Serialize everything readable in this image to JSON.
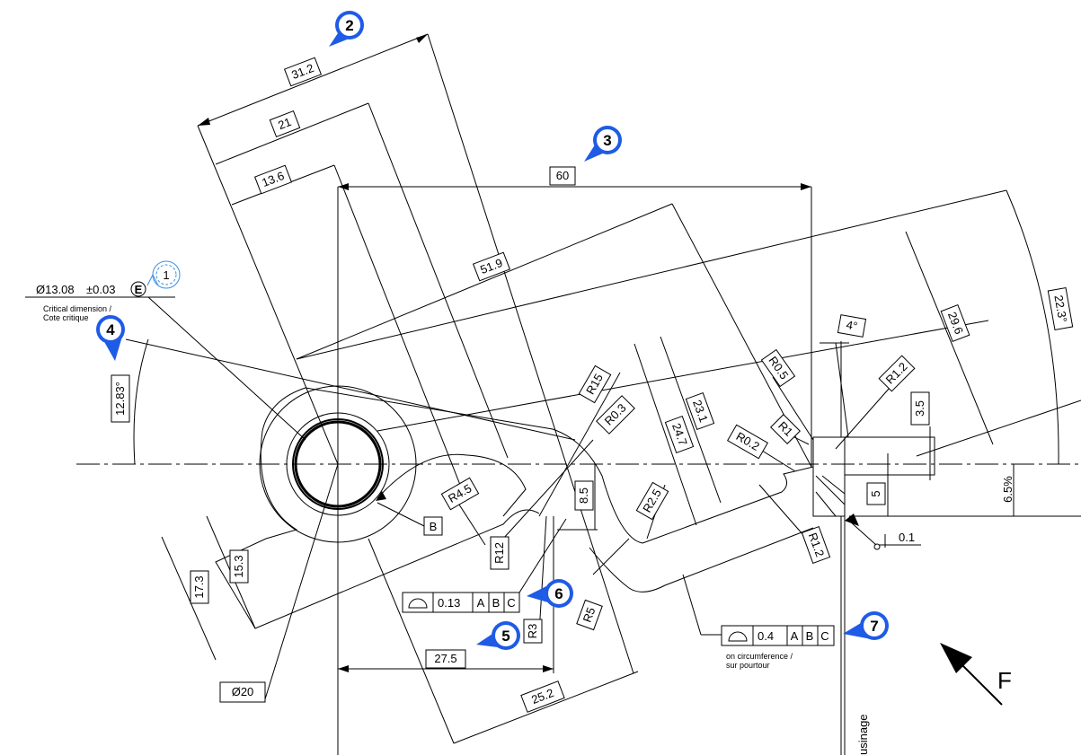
{
  "callouts": [
    "2",
    "3",
    "4",
    "5",
    "6",
    "7"
  ],
  "dimensions": {
    "d31_2": "31.2",
    "d21": "21",
    "d13_6": "13.6",
    "d60": "60",
    "d51_9": "51.9",
    "d29_6": "29.6",
    "d22_3": "22.3°",
    "d4deg": "4°",
    "r0_5": "R0.5",
    "r1_2a": "R1.2",
    "d3_5": "3.5",
    "r15": "R15",
    "r0_3": "R0.3",
    "d23_1": "23.1",
    "d24_7": "24.7",
    "r0_2": "R0.2",
    "r1": "R1",
    "d12_83": "12.83°",
    "r4_5": "R4.5",
    "d8_5": "8.5",
    "r2_5": "R2.5",
    "d5": "5",
    "d6_5": "6.5%",
    "r12": "R12",
    "r1_2b": "R1.2",
    "d0_1": "0.1",
    "d17_3": "17.3",
    "d15_3": "15.3",
    "r3": "R3",
    "r5": "R5",
    "d27_5": "27.5",
    "d25_2": "25.2",
    "d20": "Ø20"
  },
  "critical": {
    "value": "Ø13.08",
    "tolerance": "±0.03",
    "envelope": "E",
    "flag": "1",
    "note_en": "Critical dimension /",
    "note_fr": "Cote critique"
  },
  "datum": "B",
  "fcf1": {
    "tol": "0.13",
    "d1": "A",
    "d2": "B",
    "d3": "C"
  },
  "fcf2": {
    "tol": "0.4",
    "d1": "A",
    "d2": "B",
    "d3": "C",
    "note1": "on circumference /",
    "note2": "sur pourtour"
  },
  "view_letter": "F",
  "vertical_label": "usinage"
}
